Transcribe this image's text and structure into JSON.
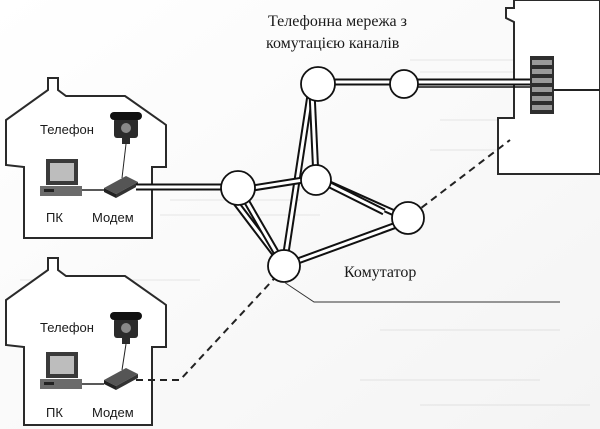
{
  "title_line1": "Телефонна мережа з",
  "title_line2": "комутацією каналів",
  "switch_label": "Комутатор",
  "top_house": {
    "phone_label": "Телефон",
    "pc_label": "ПК",
    "modem_label": "Модем"
  },
  "bottom_house": {
    "phone_label": "Телефон",
    "pc_label": "ПК",
    "modem_label": "Модем"
  }
}
